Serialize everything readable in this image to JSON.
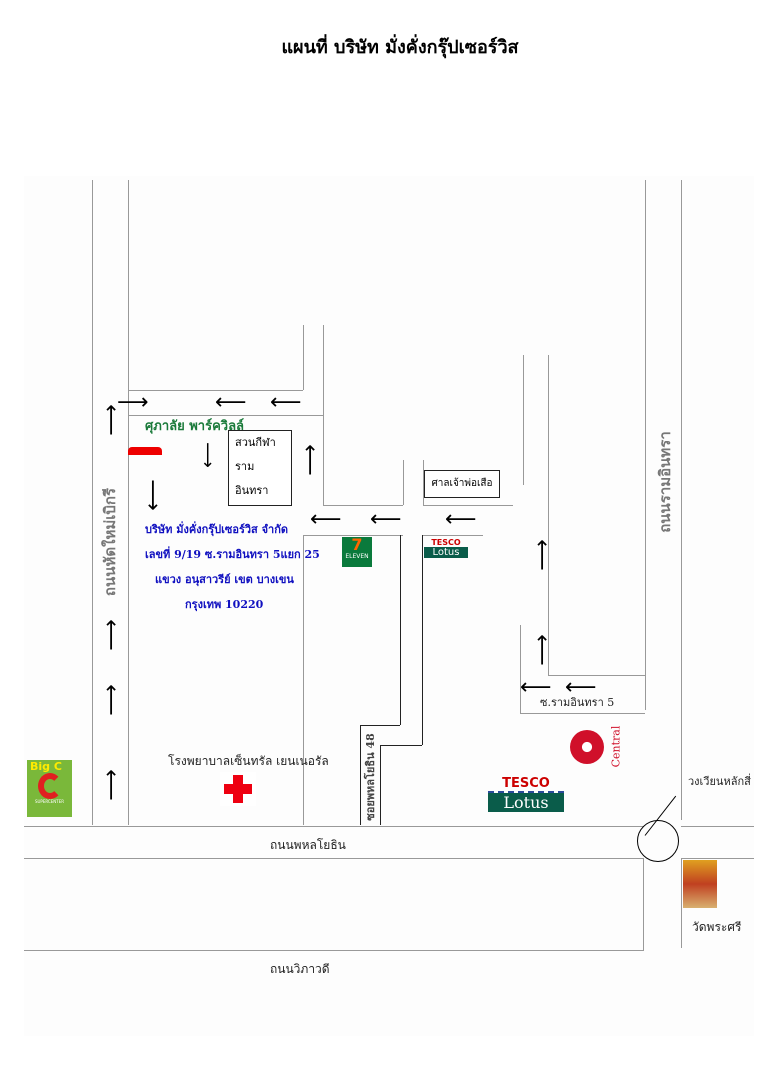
{
  "title": "แผนที่ บริษัท มั่งคั่งกรุ๊ปเซอร์วิส",
  "roads": {
    "left_road": "ถนนหัดใหม่เบิกรี",
    "right_road": "ถนนรามอินทรา",
    "phahon": "ถนนพหลโยธิน",
    "vibhavadi": "ถนนวิภาวดี",
    "soi_phahon": "ซอยพหลโยธิน 48",
    "soi_ram5": "ซ.รามอินทรา 5"
  },
  "landmarks": {
    "village": "ศุภาลัย พาร์ควิลล์",
    "park_lines": [
      "สวนกีฬา",
      "ราม",
      "อินทรา"
    ],
    "shrine": "ศาลเจ้าพ่อเสือ",
    "hospital": "โรงพยาบาลเซ็นทรัล เยนเนอรัล",
    "roundabout": "วงเวียนหลักสี่",
    "temple": "วัดพระศรี",
    "seven_eleven": "ELEVEN",
    "tesco": "TESCO",
    "lotus": "Lotus",
    "central": "Central",
    "bigc": "Big C",
    "bigc_sub": "SUPERCENTER"
  },
  "address": [
    "บริษัท มั่งคั่งกรุ๊ปเซอร์วิส จำกัด",
    "เลขที่ 9/19 ซ.รามอินทรา 5แยก 25",
    "แขวง อนุสาวรีย์ เขต บางเขน",
    "กรุงเทพ 10220"
  ]
}
